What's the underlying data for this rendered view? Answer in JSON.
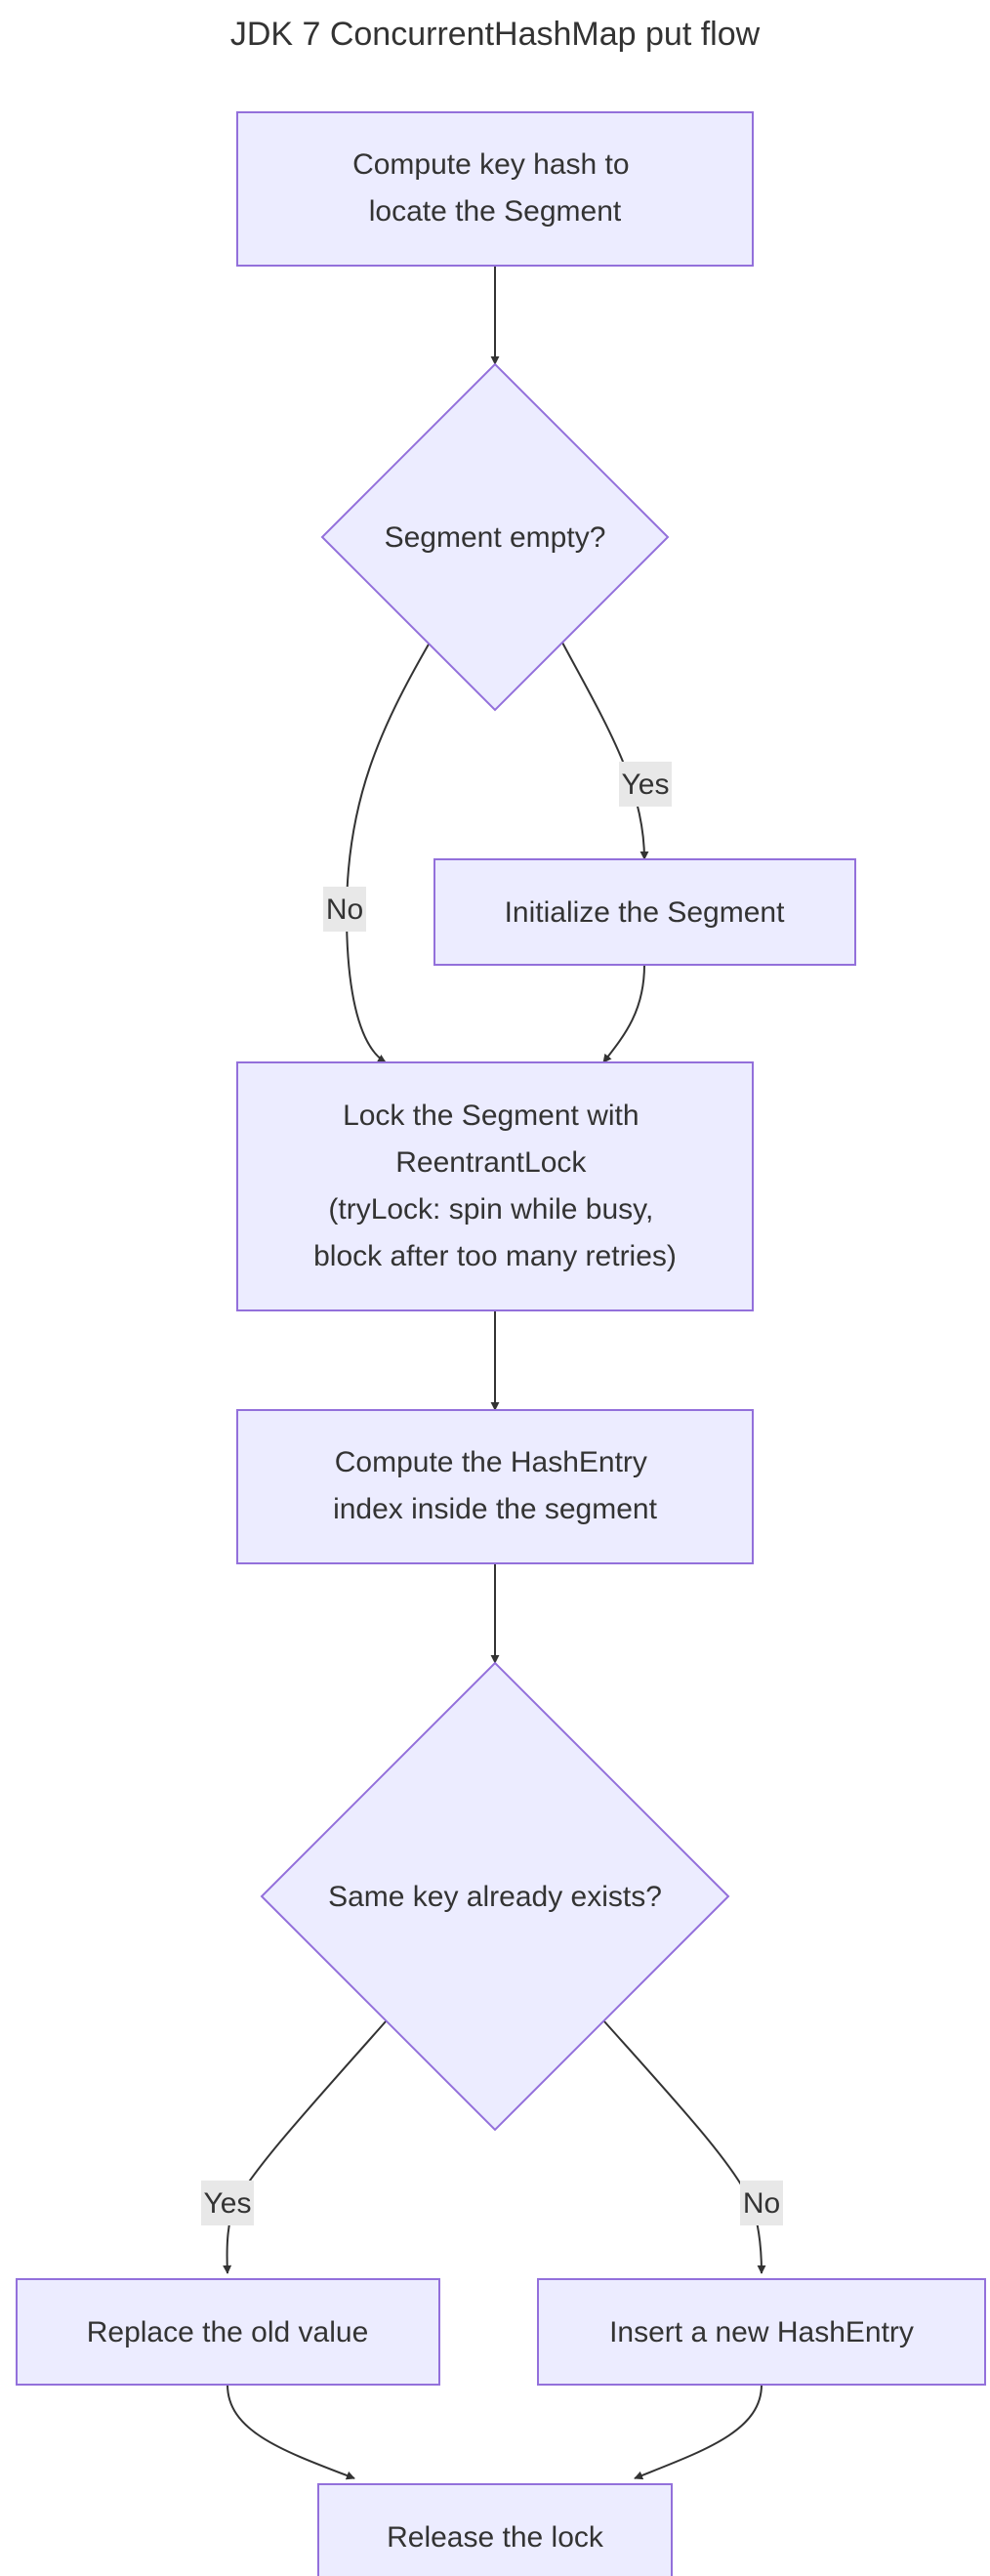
{
  "title": "JDK 7 ConcurrentHashMap put flow",
  "nodes": {
    "compute_hash": {
      "lines": [
        "Compute key hash to",
        "locate the Segment"
      ]
    },
    "segment_empty": {
      "lines": [
        "Segment empty?"
      ]
    },
    "init_segment": {
      "lines": [
        "Initialize the Segment"
      ]
    },
    "lock_segment": {
      "lines": [
        "Lock the Segment with",
        "ReentrantLock",
        "(tryLock: spin while busy,",
        "block after too many retries)"
      ]
    },
    "compute_index": {
      "lines": [
        "Compute the HashEntry",
        "index inside the segment"
      ]
    },
    "key_exists": {
      "lines": [
        "Same key already exists?"
      ]
    },
    "replace_value": {
      "lines": [
        "Replace the old value"
      ]
    },
    "insert_entry": {
      "lines": [
        "Insert a new HashEntry"
      ]
    },
    "release_lock": {
      "lines": [
        "Release the lock"
      ]
    }
  },
  "edges": {
    "empty_yes": "Yes",
    "empty_no": "No",
    "exists_yes": "Yes",
    "exists_no": "No"
  },
  "colors": {
    "node_fill": "#ececff",
    "node_stroke": "#9370db",
    "edge": "#333333",
    "edge_label_bg": "#e8e8e8"
  }
}
